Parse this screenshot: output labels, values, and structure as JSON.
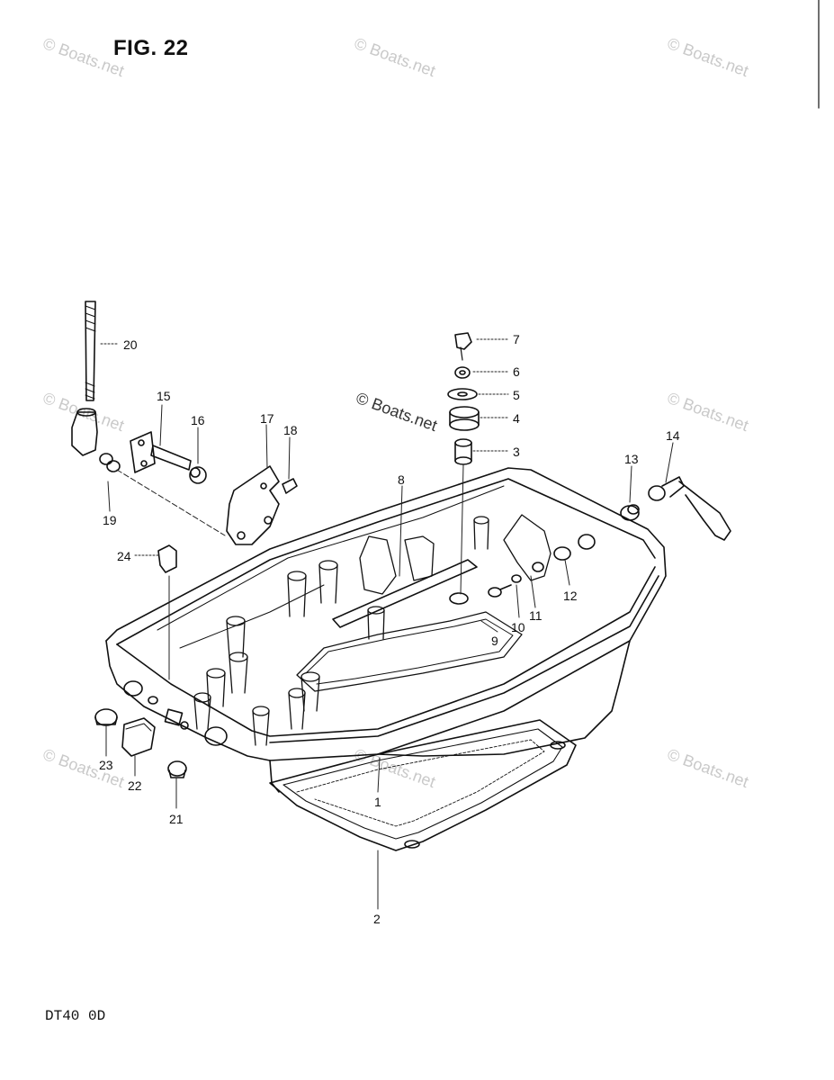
{
  "figure": {
    "title": "FIG. 22",
    "model_code": "DT40  0D"
  },
  "watermark": {
    "text": "© Boats.net"
  },
  "callouts": [
    {
      "id": "1",
      "label": "1"
    },
    {
      "id": "2",
      "label": "2"
    },
    {
      "id": "3",
      "label": "3"
    },
    {
      "id": "4",
      "label": "4"
    },
    {
      "id": "5",
      "label": "5"
    },
    {
      "id": "6",
      "label": "6"
    },
    {
      "id": "7",
      "label": "7"
    },
    {
      "id": "8",
      "label": "8"
    },
    {
      "id": "9",
      "label": "9"
    },
    {
      "id": "10",
      "label": "10"
    },
    {
      "id": "11",
      "label": "11"
    },
    {
      "id": "12",
      "label": "12"
    },
    {
      "id": "13",
      "label": "13"
    },
    {
      "id": "14",
      "label": "14"
    },
    {
      "id": "15",
      "label": "15"
    },
    {
      "id": "16",
      "label": "16"
    },
    {
      "id": "17",
      "label": "17"
    },
    {
      "id": "18",
      "label": "18"
    },
    {
      "id": "19",
      "label": "19"
    },
    {
      "id": "20",
      "label": "20"
    },
    {
      "id": "21",
      "label": "21"
    },
    {
      "id": "22",
      "label": "22"
    },
    {
      "id": "23",
      "label": "23"
    },
    {
      "id": "24",
      "label": "24"
    }
  ]
}
